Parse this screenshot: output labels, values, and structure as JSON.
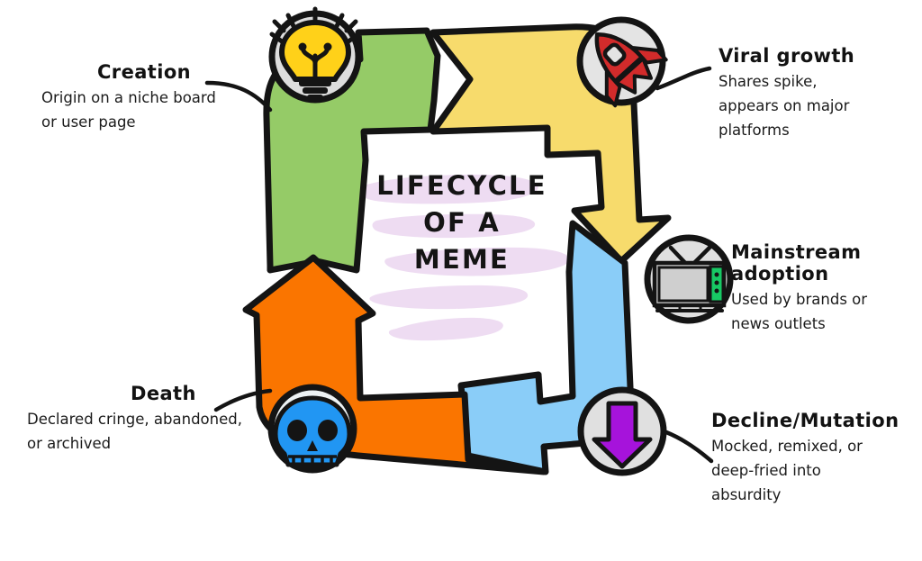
{
  "title": {
    "line1": "LIFECYCLE",
    "line2": "OF A",
    "line3": "MEME"
  },
  "colors": {
    "green": "#95CB67",
    "yellow": "#F7DB6C",
    "blue": "#8ACDF8",
    "orange": "#FA7500",
    "outline": "#141414",
    "icon_circle": "#DDDDDD",
    "bulb": "#FFD119",
    "rocket": "#D22B2B",
    "skull": "#2196F3",
    "tv_screen": "#CFCFCF",
    "tv_panel": "#17C964",
    "arrow_purple": "#A613DB",
    "highlighter": "#EEDCF2"
  },
  "stages": [
    {
      "id": "creation",
      "title": "Creation",
      "desc": [
        "Origin on a niche board",
        "or user page"
      ],
      "icon": "lightbulb-icon",
      "arrow_color": "#95CB67"
    },
    {
      "id": "viral-growth",
      "title": "Viral growth",
      "desc": [
        "Shares spike,",
        "appears on major",
        "platforms"
      ],
      "icon": "rocket-icon",
      "arrow_color": "#F7DB6C"
    },
    {
      "id": "mainstream-adoption",
      "title": "Mainstream adoption",
      "desc": [
        "Used by brands or",
        "news outlets"
      ],
      "icon": "television-icon",
      "arrow_color": "#8ACDF8"
    },
    {
      "id": "decline-mutation",
      "title": "Decline/Mutation",
      "desc": [
        "Mocked, remixed, or",
        "deep-fried into",
        "absurdity"
      ],
      "icon": "down-arrow-icon",
      "arrow_color": "#8ACDF8"
    },
    {
      "id": "death",
      "title": "Death",
      "desc": [
        "Declared cringe, abandoned,",
        "or archived"
      ],
      "icon": "skull-icon",
      "arrow_color": "#FA7500"
    }
  ]
}
